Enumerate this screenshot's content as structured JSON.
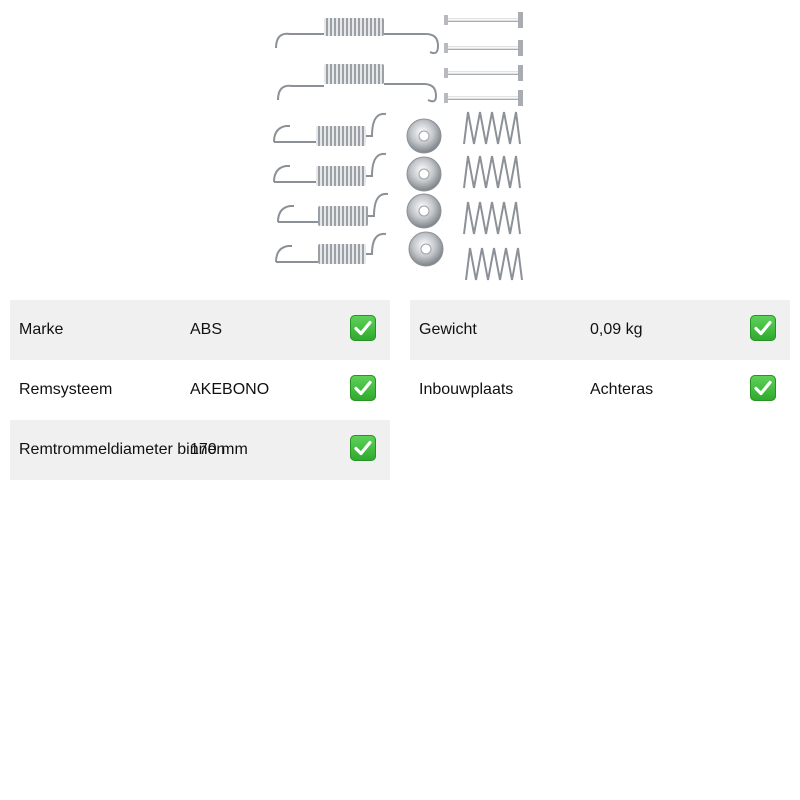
{
  "icons": {
    "product": "brake-spring-kit-image",
    "check": "check-mark-icon",
    "check_color": "#3cbf3a"
  },
  "specs": {
    "left": [
      {
        "label": "Marke",
        "value": "ABS"
      },
      {
        "label": "Remsysteem",
        "value": "AKEBONO"
      },
      {
        "label": "Remtrommeldiameter binnen",
        "value": "170 mm"
      }
    ],
    "right": [
      {
        "label": "Gewicht",
        "value": "0,09 kg"
      },
      {
        "label": "Inbouwplaats",
        "value": "Achteras"
      }
    ]
  }
}
